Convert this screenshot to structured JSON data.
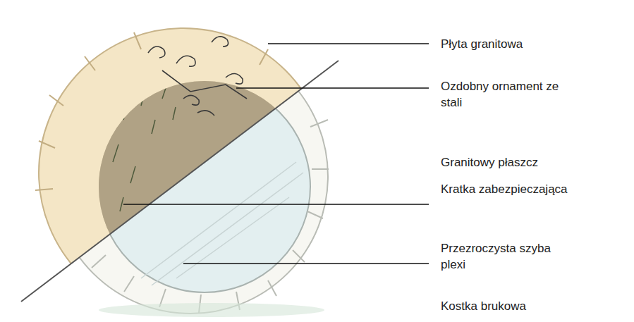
{
  "diagram": {
    "labels": [
      "Płyta granitowa",
      "Ozdobny ornament ze stali",
      "Granitowy płaszcz",
      "Kratka zabezpieczająca",
      "Przezroczysta szyba plexi",
      "Kostka brukowa"
    ]
  }
}
